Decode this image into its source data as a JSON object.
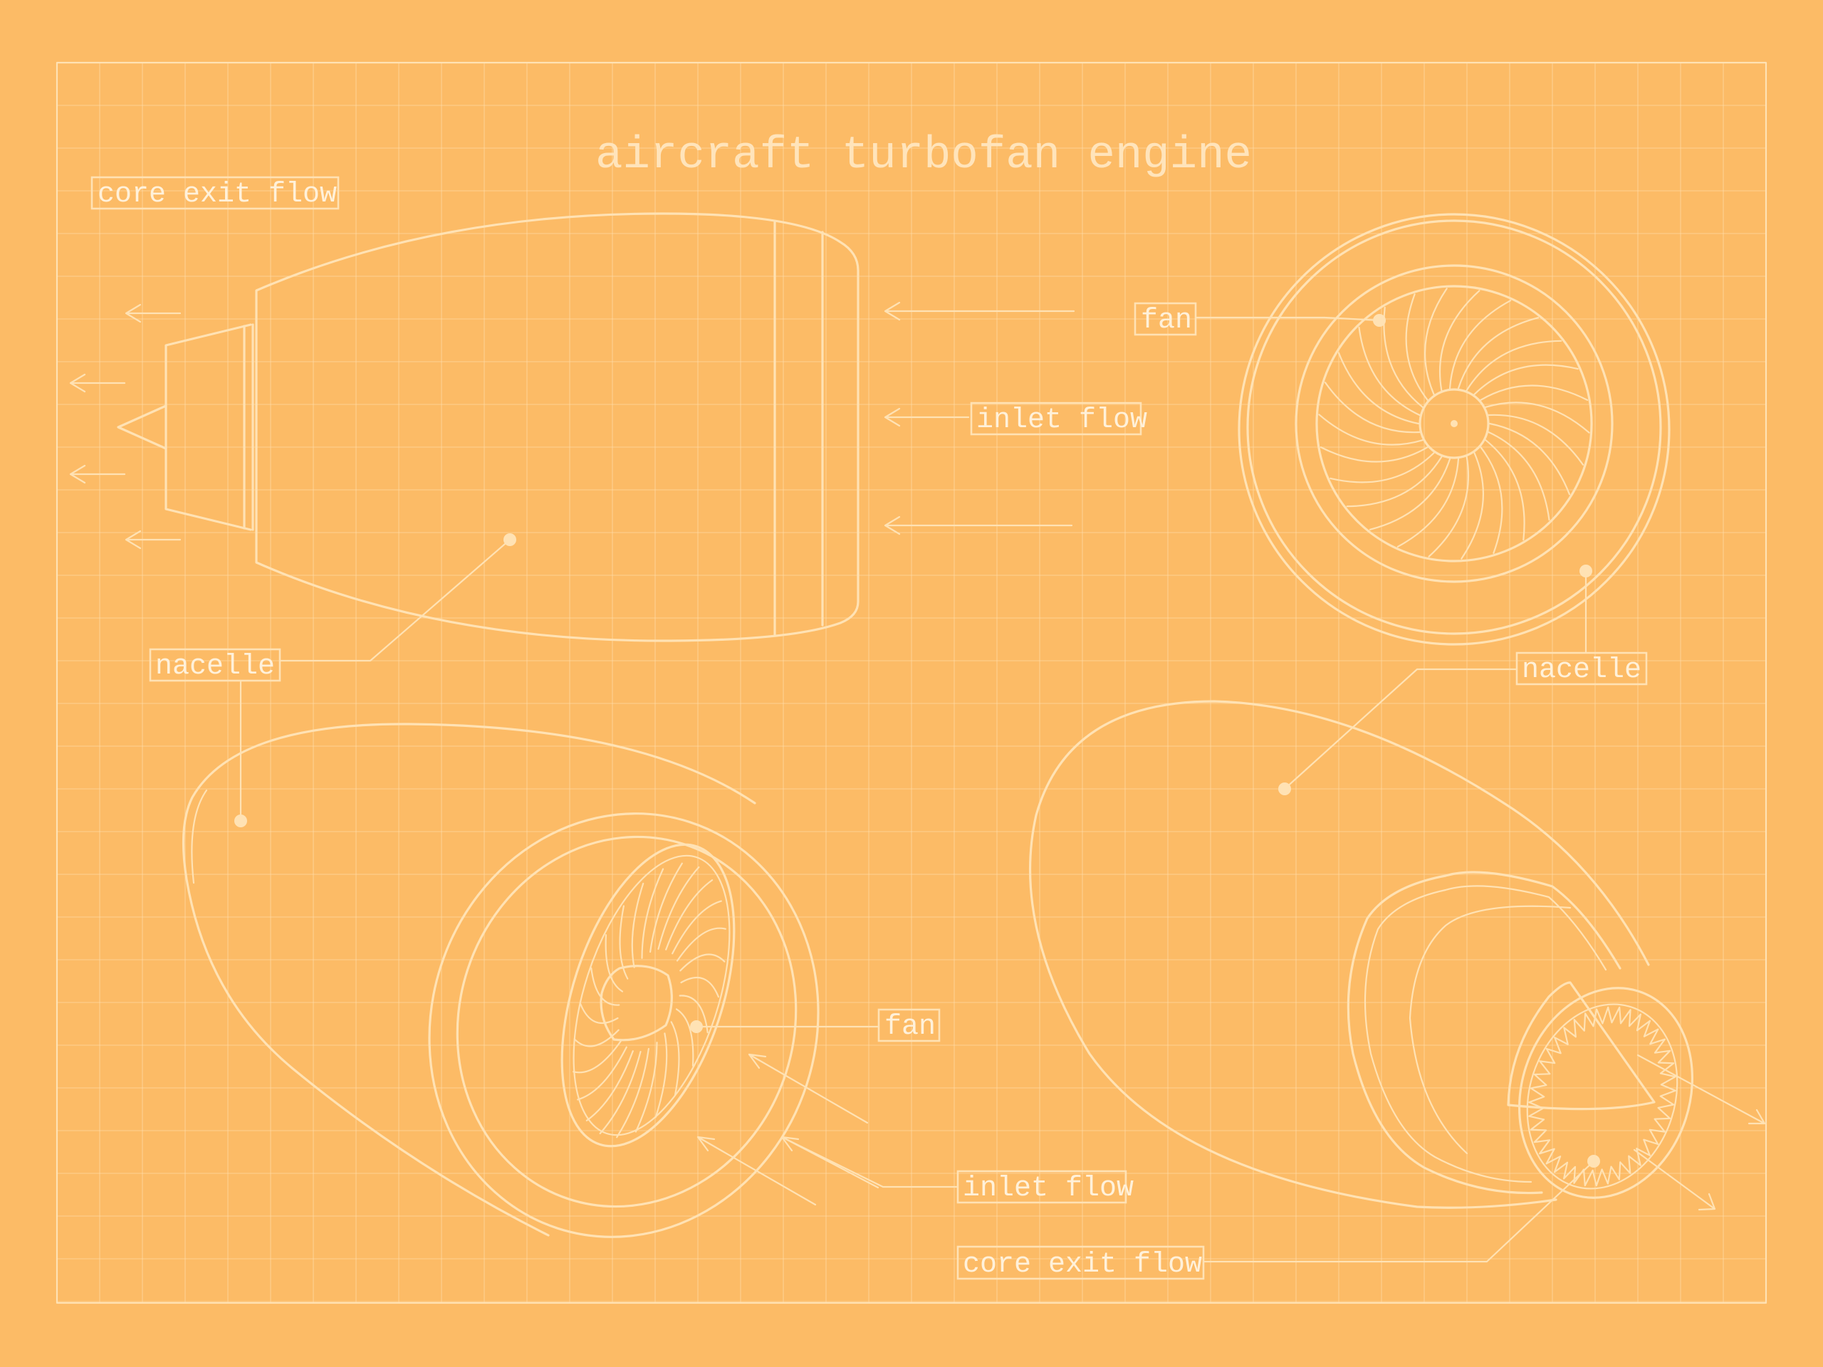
{
  "title": "aircraft turbofan engine",
  "labels": {
    "core_exit_flow_top": "core exit flow",
    "fan_front": "fan",
    "inlet_flow_side": "inlet flow",
    "nacelle_left": "nacelle",
    "nacelle_right": "nacelle",
    "fan_iso": "fan",
    "inlet_flow_iso": "inlet flow",
    "core_exit_flow_bottom": "core exit flow"
  },
  "colors": {
    "background": "#fcbb66",
    "line": "#ffe2b4",
    "grid": "#ffd9a3",
    "text": "#fff1da"
  }
}
